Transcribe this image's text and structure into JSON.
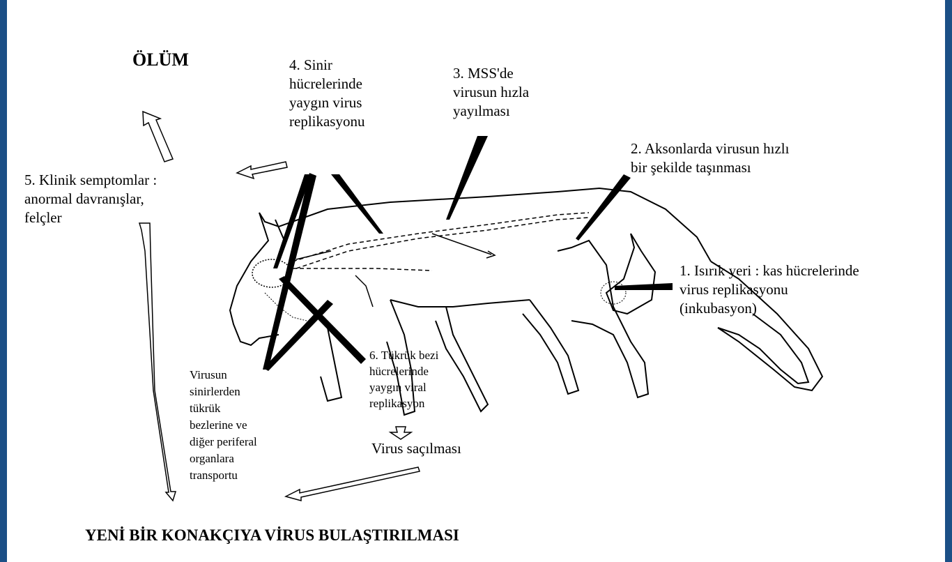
{
  "labels": {
    "death": "ÖLÜM",
    "step4": "4. Sinir\nhücrelerinde\nyaygın virus\nreplikasyonu",
    "step3": "3. MSS'de\nvirusun hızla\nyayılması",
    "step2": "2. Aksonlarda virusun hızlı\nbir şekilde taşınması",
    "step5": "5. Klinik semptomlar :\nanormal davranışlar,\nfelçler",
    "step1": "1. Isırık yeri : kas hücrelerinde\nvirus replikasyonu\n(inkubasyon)",
    "step6": "6. Tükrük bezi\nhücrelerinde\nyaygın viral\nreplikasyon",
    "nerve_transport": "Virusun\nsinirlerden\ntükrük\nbezlerine ve\ndiğer periferal\norganlara\ntransportu",
    "shedding": "Virus saçılması",
    "new_host": "YENİ BİR KONAKÇIYA VİRUS BULAŞTIRILMASI"
  },
  "colors": {
    "side_bar": "#1b4f86",
    "ink": "#000000"
  }
}
